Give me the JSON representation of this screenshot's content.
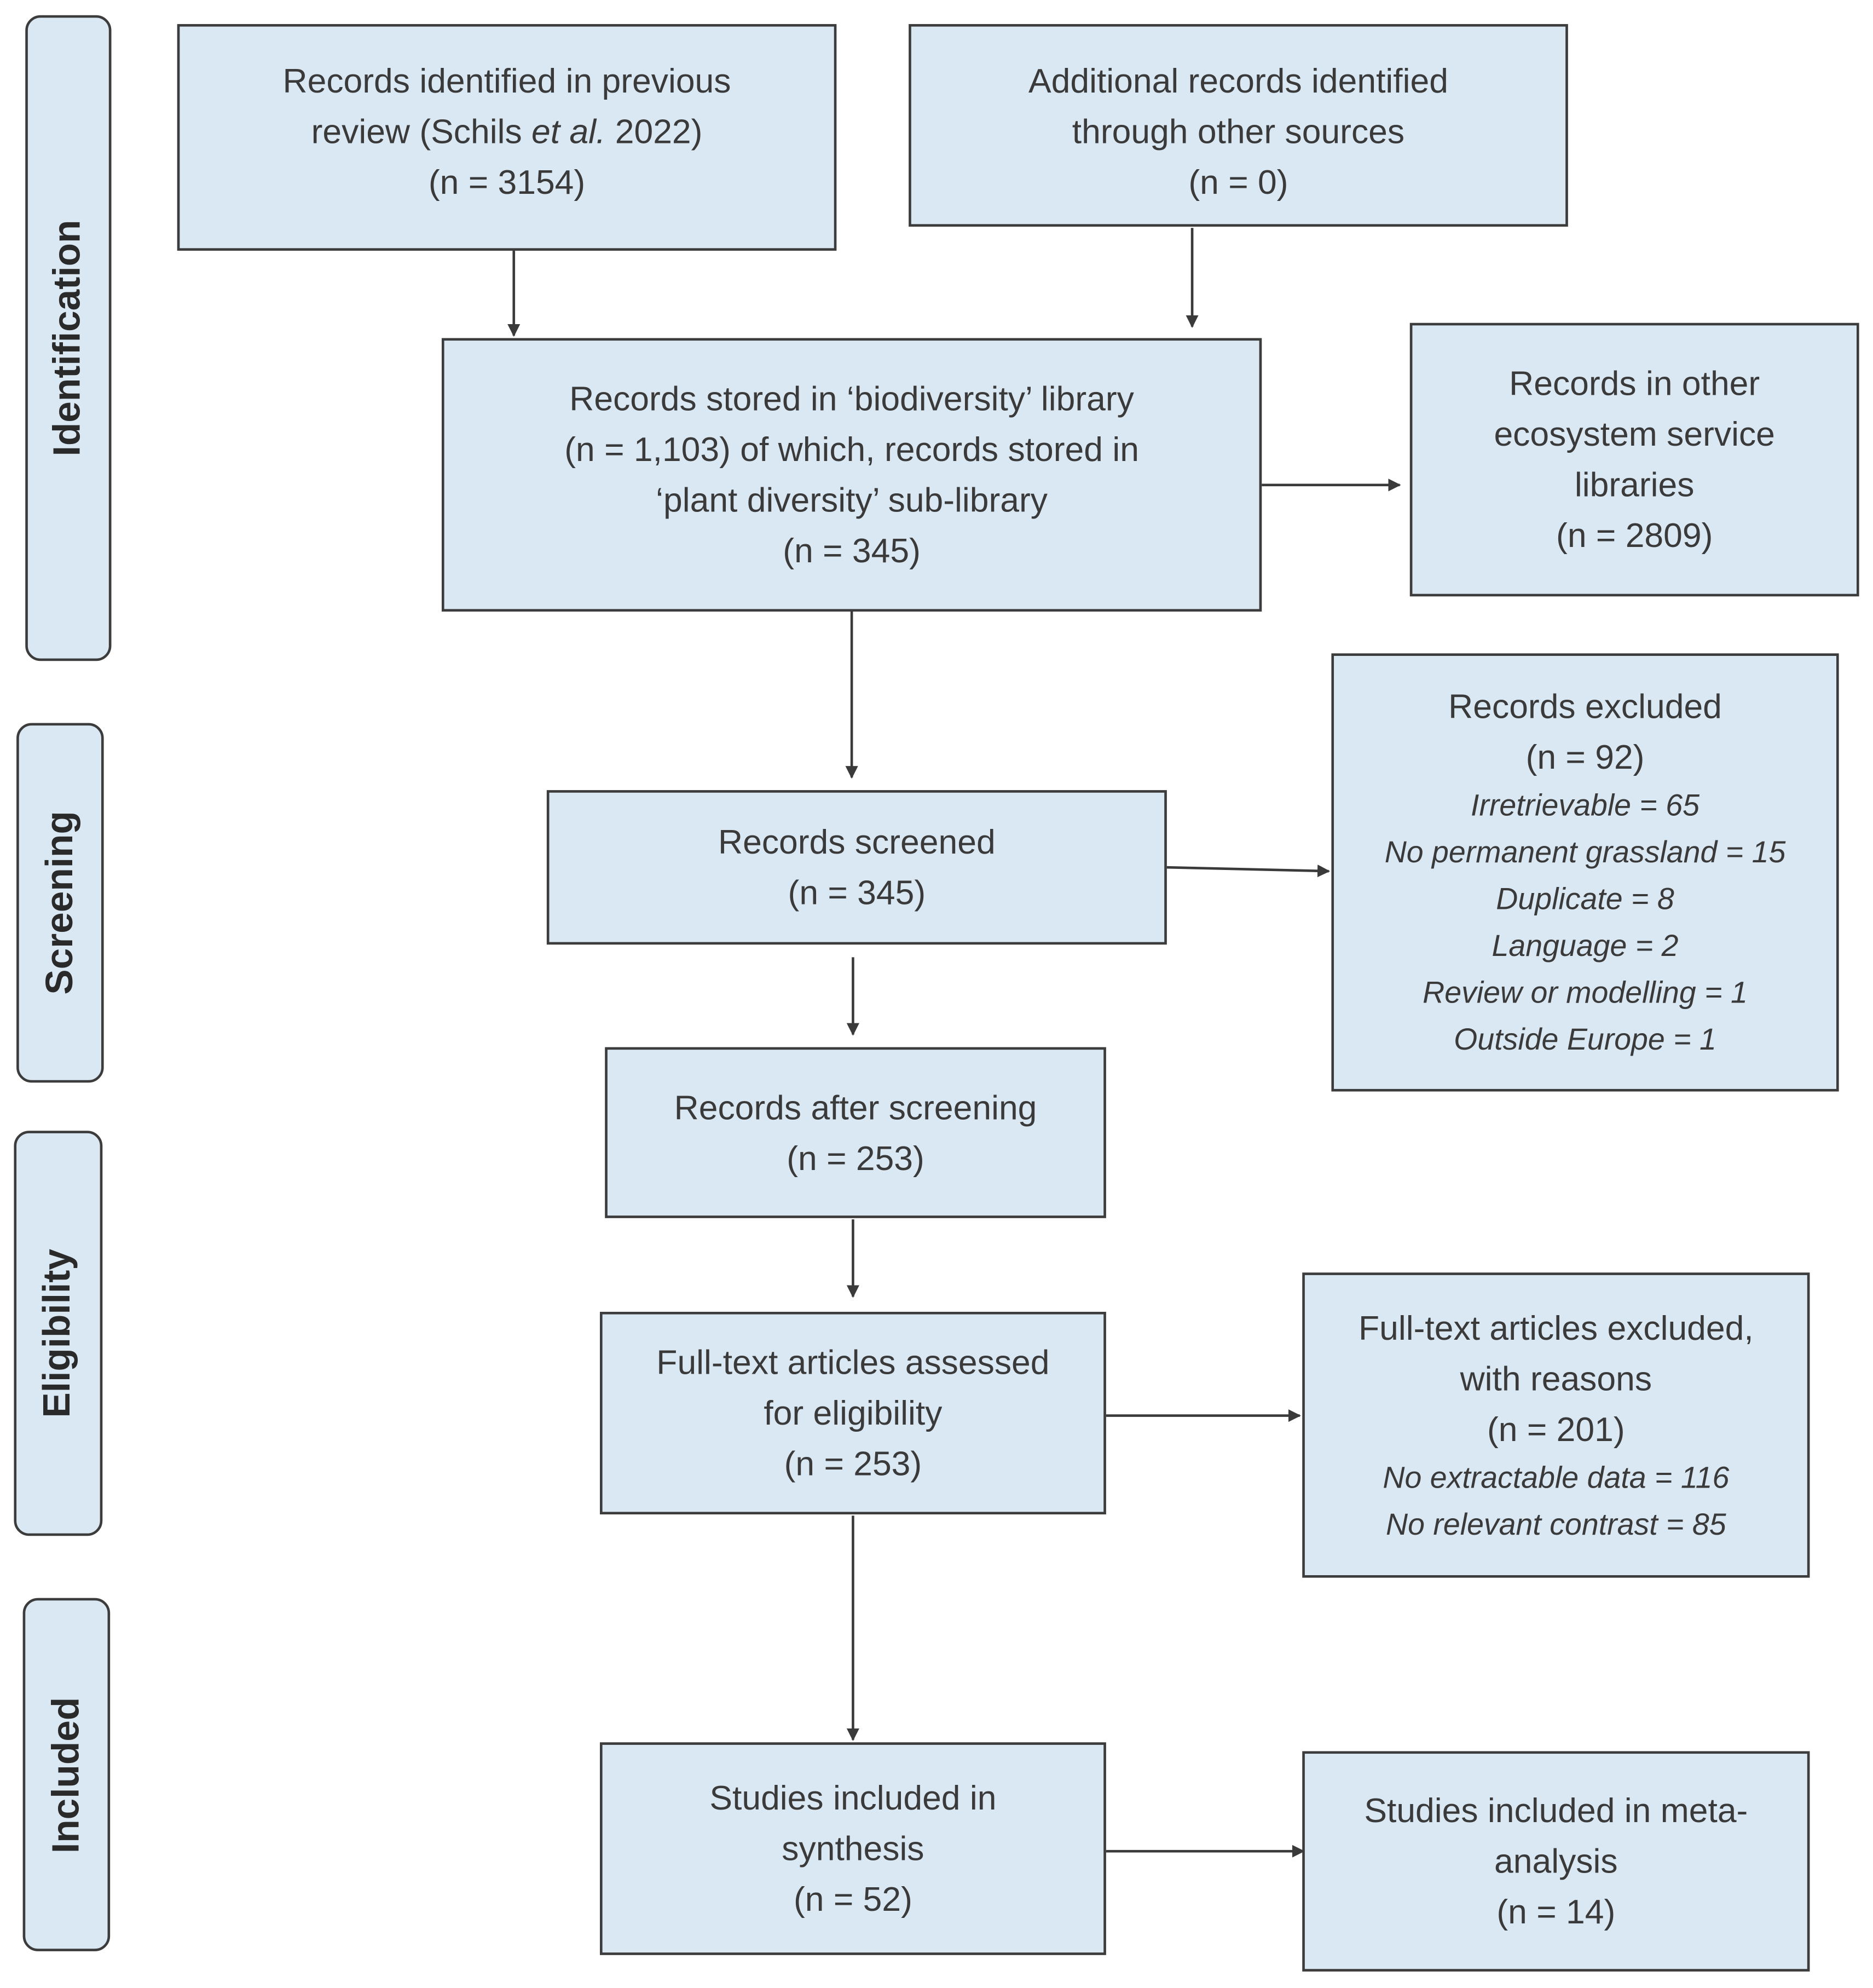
{
  "stages": {
    "identification": "Identification",
    "screening": "Screening",
    "eligibility": "Eligibility",
    "included": "Included"
  },
  "boxes": {
    "previous_review": {
      "line1": "Records identified in previous",
      "line2_pre": "review (Schils ",
      "line2_italic": "et al.",
      "line2_post": " 2022)",
      "count": "(n = 3154)"
    },
    "other_sources": {
      "line1": "Additional records identified",
      "line2": "through other sources",
      "count": "(n = 0)"
    },
    "biodiversity_library": {
      "line1": "Records stored in ‘biodiversity’ library",
      "line2": "(n = 1,103) of which, records stored in",
      "line3": "‘plant diversity’ sub-library",
      "count": "(n = 345)"
    },
    "other_libraries": {
      "line1": "Records in other",
      "line2": "ecosystem service",
      "line3": "libraries",
      "count": "(n = 2809)"
    },
    "records_screened": {
      "line1": "Records screened",
      "count": "(n = 345)"
    },
    "records_excluded": {
      "line1": "Records excluded",
      "count": "(n = 92)",
      "reasons": [
        "Irretrievable = 65",
        "No permanent grassland = 15",
        "Duplicate = 8",
        "Language = 2",
        "Review or modelling = 1",
        "Outside Europe = 1"
      ]
    },
    "after_screening": {
      "line1": "Records after screening",
      "count": "(n = 253)"
    },
    "full_text_assessed": {
      "line1": "Full-text articles assessed",
      "line2": "for eligibility",
      "count": "(n = 253)"
    },
    "full_text_excluded": {
      "line1": "Full-text articles excluded,",
      "line2": "with reasons",
      "count": "(n = 201)",
      "reasons": [
        "No extractable data = 116",
        "No relevant contrast = 85"
      ]
    },
    "synthesis": {
      "line1": "Studies included in",
      "line2": "synthesis",
      "count": "(n = 52)"
    },
    "meta_analysis": {
      "line1": "Studies included in meta-",
      "line2": "analysis",
      "count": "(n = 14)"
    }
  }
}
